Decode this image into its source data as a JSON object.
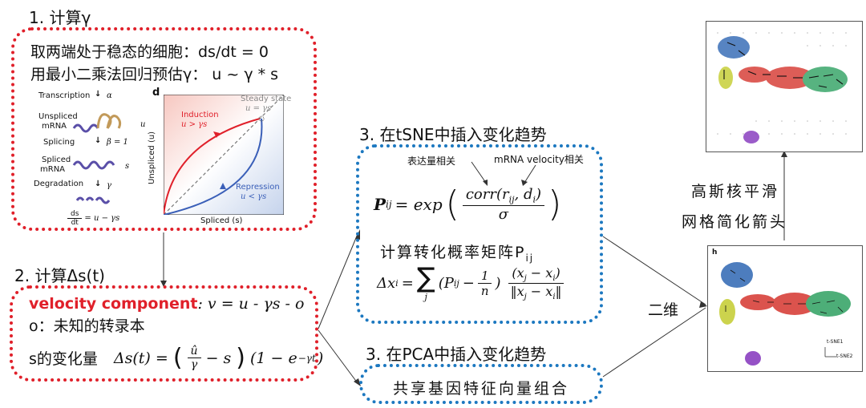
{
  "step1": {
    "title": "1. 计算γ",
    "line1": "取两端处于稳态的细胞：ds/dt = 0",
    "line2": "用最小二乘法回归预估γ：  u ~ γ * s",
    "fig_left": {
      "transcription": "Transcription",
      "alpha": "α",
      "unspliced": "Unspliced",
      "mrna1": "mRNA",
      "u": "u",
      "splicing": "Splicing",
      "beta": "β = 1",
      "spliced": "Spliced",
      "mrna2": "mRNA",
      "s": "s",
      "degradation": "Degradation",
      "gamma": "γ",
      "ds_num": "ds",
      "ds_den": "dt",
      "ds_rhs": "= u − γs"
    },
    "fig_right": {
      "panel": "d",
      "steady": "Steady state",
      "u_eq": "u = γs",
      "induction": "Induction",
      "induction_cond": "u > γs",
      "repression": "Repression",
      "repression_cond": "u < γs",
      "xlabel": "Spliced (s)",
      "ylabel": "Unspliced (u)"
    }
  },
  "step2": {
    "title": "2. 计算Δs(t)",
    "vc_label": "velocity component",
    "vc_eq": ": v = u - γs - o",
    "o_line": "o：未知的转录本",
    "ds_label": "s的变化量",
    "ds_lhs": "Δs(t) =",
    "u_hat": "û",
    "gamma": "γ",
    "minus_s": "− s",
    "tail": "(1 − e",
    "exp": "−γt",
    "close": ")"
  },
  "step3a": {
    "title": "3. 在tSNE中插入变化趋势",
    "ann_expr": "表达量相关",
    "ann_mrna": "mRNA velocity相关",
    "p_lhs": "P",
    "p_sub": "ij",
    "p_eq": "= exp",
    "corr": "corr(r",
    "corr_sub": "ij",
    "corr_mid": ", d",
    "corr_sub2": "i",
    "corr_end": ")",
    "sigma": "σ",
    "prob_text": "计算转化概率矩阵P",
    "prob_sub": "ij",
    "dx_lhs": "Δx",
    "dx_sub": "i",
    "dx_eq": "=",
    "sum": "∑",
    "sum_sub": "j",
    "paren_open": "(P",
    "pij_sub": "ij",
    "minus": "−",
    "one": "1",
    "n": "n",
    "paren_close": ")",
    "xnum": "(x",
    "xnum_sub1": "j",
    "xnum_mid": " − x",
    "xnum_sub2": "i",
    "xnum_end": ")",
    "xden": "‖x",
    "xden_sub1": "j",
    "xden_mid": " − x",
    "xden_sub2": "i",
    "xden_end": "‖"
  },
  "step3b": {
    "title": "3. 在PCA中插入变化趋势",
    "body": "共享基因特征向量组合"
  },
  "right": {
    "smooth1": "高斯核平滑",
    "smooth2": "网格简化箭头",
    "two_d": "二维",
    "panel_h": "h",
    "axis1": "t-SNE1",
    "axis2": "t-SNE2"
  },
  "colors": {
    "red": "#e0202a",
    "blue": "#1c78c0",
    "cluster_blue": "#3a6fb8",
    "cluster_red": "#d8413a",
    "cluster_green": "#3aa66a",
    "cluster_yellow": "#c7cf3a",
    "cluster_purple": "#8a3fc0"
  }
}
